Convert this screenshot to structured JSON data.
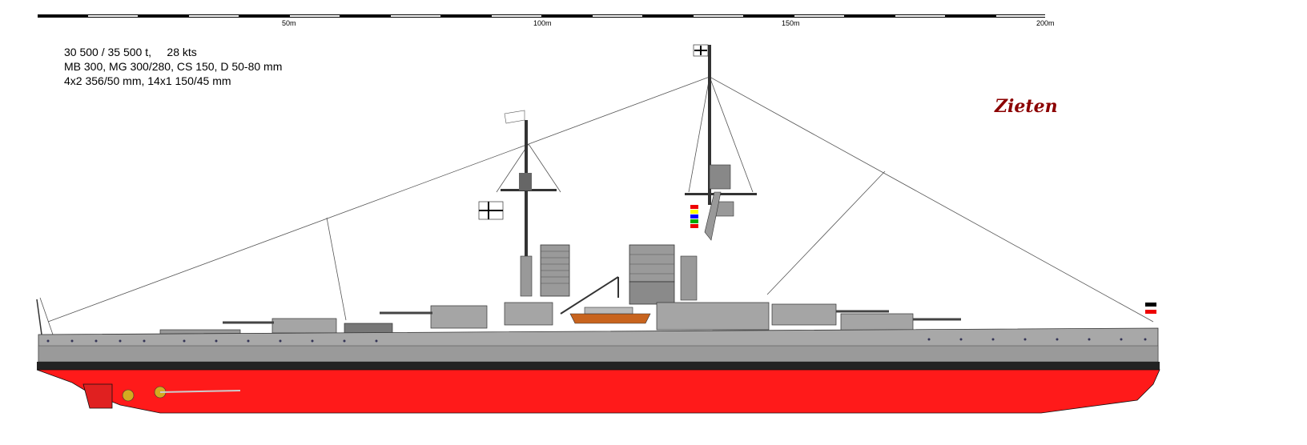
{
  "specs": {
    "line1": "30 500 / 35 500 t,     28 kts",
    "line2": "MB 300, MG 300/280, CS 150, D 50-80 mm",
    "line3": "4x2 356/50 mm, 14x1 150/45 mm"
  },
  "scale": {
    "labels": [
      "50m",
      "100m",
      "150m",
      "200m"
    ]
  },
  "ship": {
    "name": "Zieten"
  },
  "colors": {
    "hull_red": "#ff1a1a",
    "hull_grey": "#a8a8a8",
    "deck_grey": "#8c8c8c",
    "dark": "#1a1a1a",
    "name_color": "#8b0000"
  },
  "icons": [
    "scale-bar-icon",
    "ship-profile-icon",
    "ensign-flag-icon",
    "signal-flags-icon",
    "propeller-icon"
  ]
}
